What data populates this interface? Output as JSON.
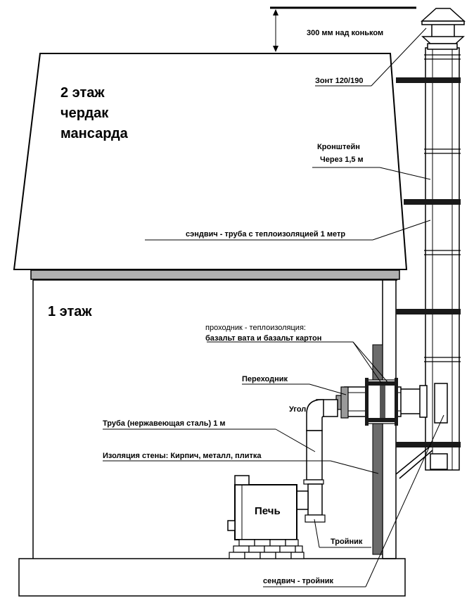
{
  "labels": {
    "clearance": "300 мм над коньком",
    "cap": "Зонт 120/190",
    "bracket_line1": "Кронштейн",
    "bracket_line2": "Через 1,5 м",
    "floor2_line1": "2 этаж",
    "floor2_line2": "чердак",
    "floor2_line3": "мансарда",
    "sandwich_pipe": "сэндвич - труба с теплоизоляцией 1 метр",
    "floor1": "1 этаж",
    "passthrough_line1": "проходник - теплоизоляция:",
    "passthrough_line2": "базальт вата и базальт картон",
    "adapter": "Переходник",
    "elbow": "Угол",
    "steel_pipe": "Труба (нержавеющая сталь) 1 м",
    "wall_insulation": "Изоляция стены: Кирпич, металл, плитка",
    "stove": "Печь",
    "tee": "Тройник",
    "sandwich_tee": "сендвич - тройник"
  }
}
